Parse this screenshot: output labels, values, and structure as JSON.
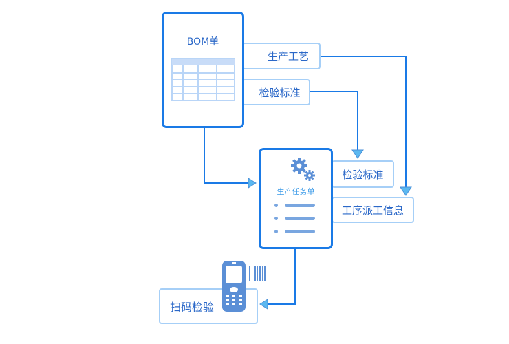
{
  "bom": {
    "title": "BOM单"
  },
  "process_label": "生产工艺",
  "inspection_label_1": "检验标准",
  "task": {
    "title": "生产任务单"
  },
  "inspection_label_2": "检验标准",
  "dispatch_label": "工序派工信息",
  "scan_label": "扫码检验",
  "colors": {
    "primary": "#1a7ae6",
    "light_border": "#a6cff7",
    "text": "#2b68c8",
    "arrow": "#5bb8f0"
  }
}
